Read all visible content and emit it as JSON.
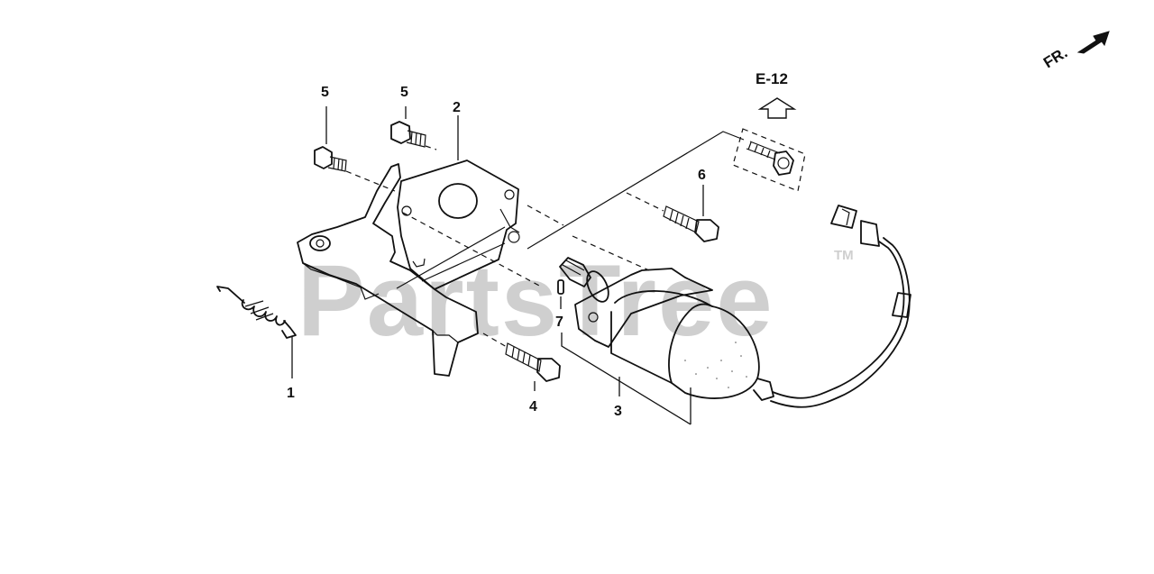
{
  "watermark": {
    "text": "PartsTree",
    "trademark": "TM"
  },
  "direction": {
    "label": "FR."
  },
  "reference": {
    "label": "E-12"
  },
  "callouts": {
    "spring": "1",
    "bracket": "2",
    "starter_motor": "3",
    "bolt_lower": "4",
    "bolt_left": "5",
    "bolt_right": "5",
    "bolt_ref": "6",
    "pin": "7"
  }
}
